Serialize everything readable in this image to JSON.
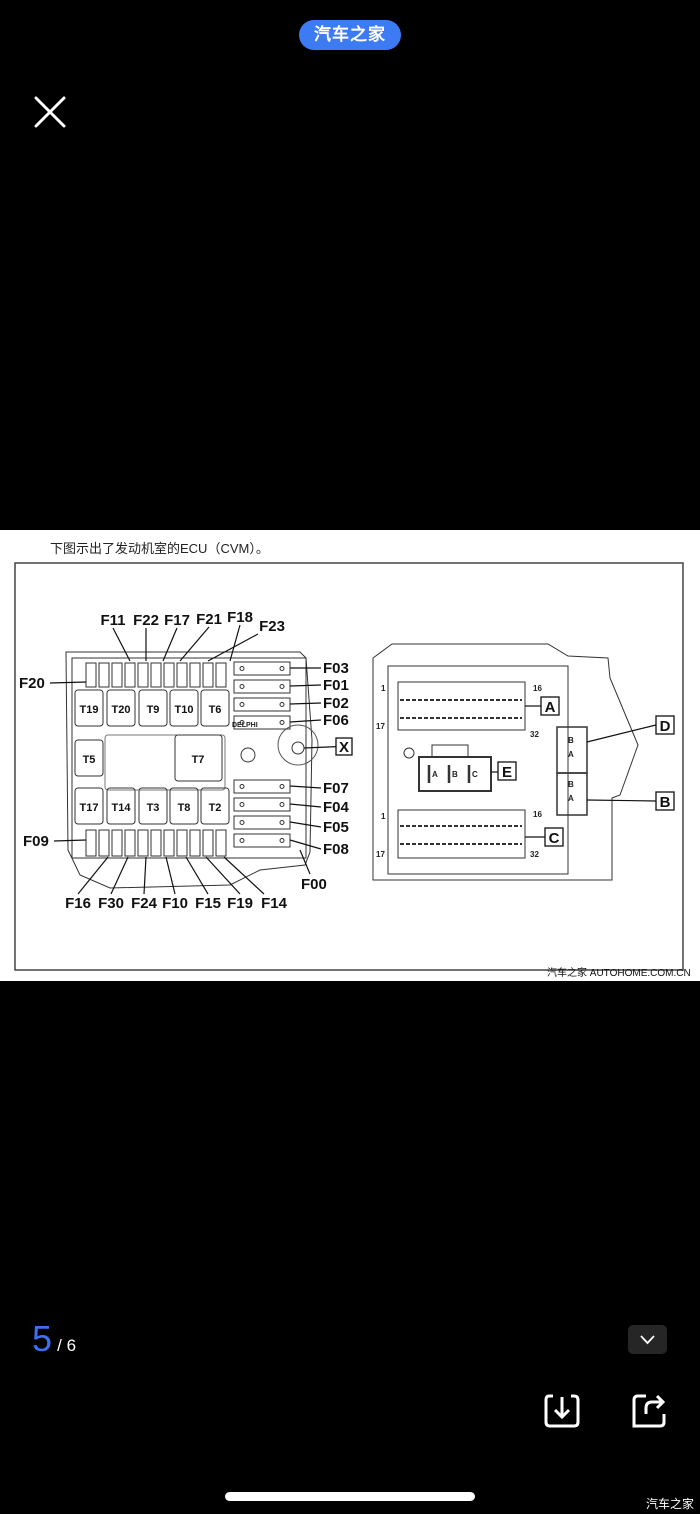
{
  "header": {
    "brand_badge": "汽车之家",
    "close_icon": "close-icon"
  },
  "image": {
    "caption": "下图示出了发动机室的ECU（CVM）。",
    "watermark": "汽车之家  AUTOHOME.COM.CN",
    "left_unit": {
      "brand": "DELPHI",
      "top_fuses": [
        "F11",
        "F22",
        "F17",
        "F21",
        "F18",
        "F23"
      ],
      "left_fuses": [
        "F20",
        "F09"
      ],
      "right_fuses_top": [
        "F03",
        "F01",
        "F02",
        "F06"
      ],
      "marker": "X",
      "right_fuses_bottom": [
        "F07",
        "F04",
        "F05",
        "F08"
      ],
      "f00": "F00",
      "bottom_fuses": [
        "F16",
        "F30",
        "F24",
        "F10",
        "F15",
        "F19",
        "F14"
      ],
      "relays_row1": [
        "T19",
        "T20",
        "T9",
        "T10",
        "T6"
      ],
      "relay_t5": "T5",
      "relay_t7": "T7",
      "relays_row3": [
        "T17",
        "T14",
        "T3",
        "T8",
        "T2"
      ]
    },
    "right_unit": {
      "connectors": [
        "A",
        "D",
        "E",
        "B",
        "C"
      ],
      "pins": [
        "1",
        "16",
        "17",
        "32"
      ],
      "e_pins": [
        "A",
        "B",
        "C"
      ],
      "db_pins": [
        "B",
        "A"
      ]
    }
  },
  "footer": {
    "current_page": "5",
    "total_pages": "/ 6",
    "collapse_icon": "chevron-down-icon",
    "download_icon": "download-icon",
    "share_icon": "share-icon",
    "watermark": "汽车之家"
  }
}
